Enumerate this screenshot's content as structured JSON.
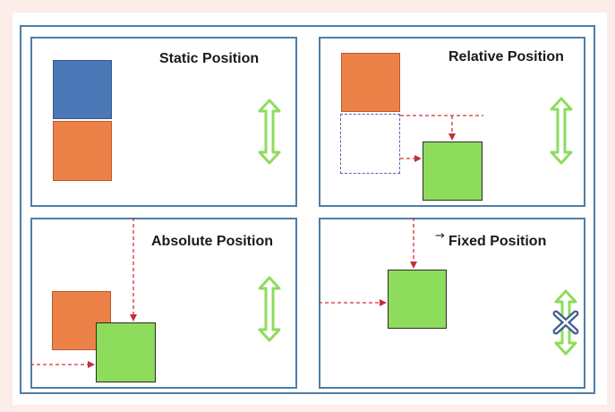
{
  "panels": {
    "static": {
      "title": "Static Position"
    },
    "relative": {
      "title": "Relative Position"
    },
    "absolute": {
      "title": "Absolute Position"
    },
    "fixed": {
      "title": "Fixed Position"
    }
  },
  "colors": {
    "background": "#fcecea",
    "frame": "#4d7ea5",
    "blue_box": "#4a78b6",
    "orange_box": "#ed8248",
    "green_box": "#8ddc5c",
    "arrow_red": "#d4303a",
    "scroll_arrow": "#8ddc5c",
    "blocked_mark": "#3d5f8e"
  },
  "icons": {
    "scroll": "double-vertical-arrow-icon",
    "blocked": "cross-icon",
    "cursor": "pointer-arrow-icon"
  }
}
